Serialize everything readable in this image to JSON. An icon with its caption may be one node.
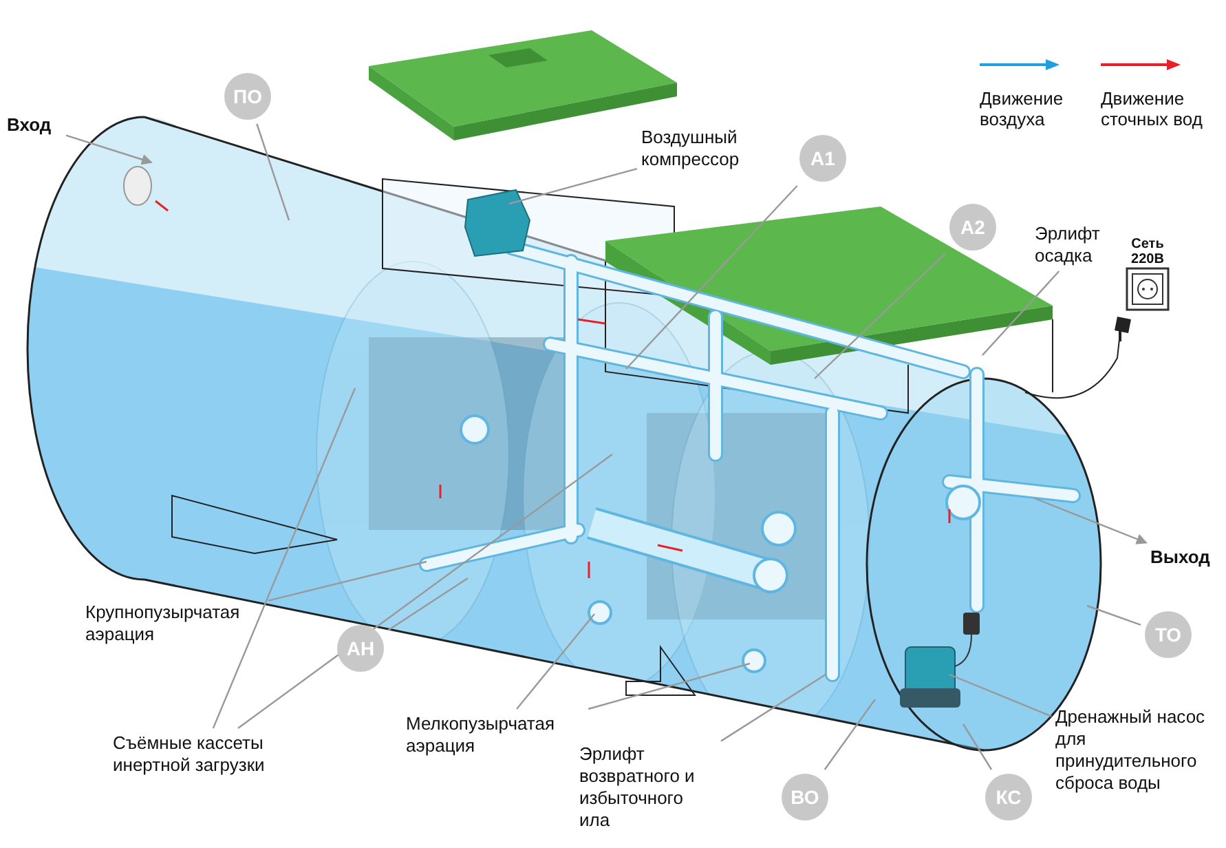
{
  "diagram": {
    "nodes": [
      {
        "text": [
          "ПО"
        ]
      },
      {
        "text": [
          "Воздушный компрессор"
        ]
      },
      {
        "text": [
          "А1"
        ]
      },
      {
        "text": [
          "А2"
        ]
      },
      {
        "text": [
          "Эрлифт осадка"
        ]
      },
      {
        "text": [
          "Вход"
        ]
      },
      {
        "text": [
          "Выход"
        ]
      },
      {
        "text": [
          "Крупнопузырчатая аэрация"
        ]
      },
      {
        "text": [
          "АН"
        ]
      },
      {
        "text": [
          "Съёмные кассеты инертной загрузки"
        ]
      },
      {
        "text": [
          "Мелкопузырчатая аэрация"
        ]
      },
      {
        "text": [
          "Эрлифт возвратного и избыточного ила"
        ]
      },
      {
        "text": [
          "ВО"
        ]
      },
      {
        "text": [
          "КС"
        ]
      },
      {
        "text": [
          "ТО"
        ]
      },
      {
        "text": [
          "Дренажный насос для принудительного сброса воды"
        ]
      }
    ],
    "edges": [
      {
        "from": 0,
        "to": null,
        "arrow": "none"
      },
      {
        "from": 1,
        "to": null,
        "arrow": "none"
      },
      {
        "from": 2,
        "to": null,
        "arrow": "none"
      },
      {
        "from": 3,
        "to": null,
        "arrow": "none"
      },
      {
        "from": 4,
        "to": null,
        "arrow": "none"
      },
      {
        "from": 5,
        "to": null,
        "arrow": "to"
      },
      {
        "from": null,
        "to": 6,
        "arrow": "to"
      },
      {
        "from": 7,
        "to": null,
        "arrow": "none"
      },
      {
        "from": 8,
        "to": null,
        "arrow": "none"
      },
      {
        "from": 9,
        "to": null,
        "arrow": "none"
      },
      {
        "from": 9,
        "to": null,
        "arrow": "none"
      },
      {
        "from": 10,
        "to": null,
        "arrow": "none"
      },
      {
        "from": 10,
        "to": null,
        "arrow": "none"
      },
      {
        "from": 11,
        "to": null,
        "arrow": "none"
      },
      {
        "from": 12,
        "to": null,
        "arrow": "none"
      },
      {
        "from": 13,
        "to": null,
        "arrow": "none"
      },
      {
        "from": 14,
        "to": null,
        "arrow": "none"
      },
      {
        "from": 15,
        "to": null,
        "arrow": "none"
      }
    ],
    "labels": [
      "Сеть 220В"
    ],
    "legend": [
      {
        "text": "Движение воздуха",
        "color": "#1ea0e0"
      },
      {
        "text": "Движение сточных вод",
        "color": "#e8202a"
      }
    ]
  }
}
